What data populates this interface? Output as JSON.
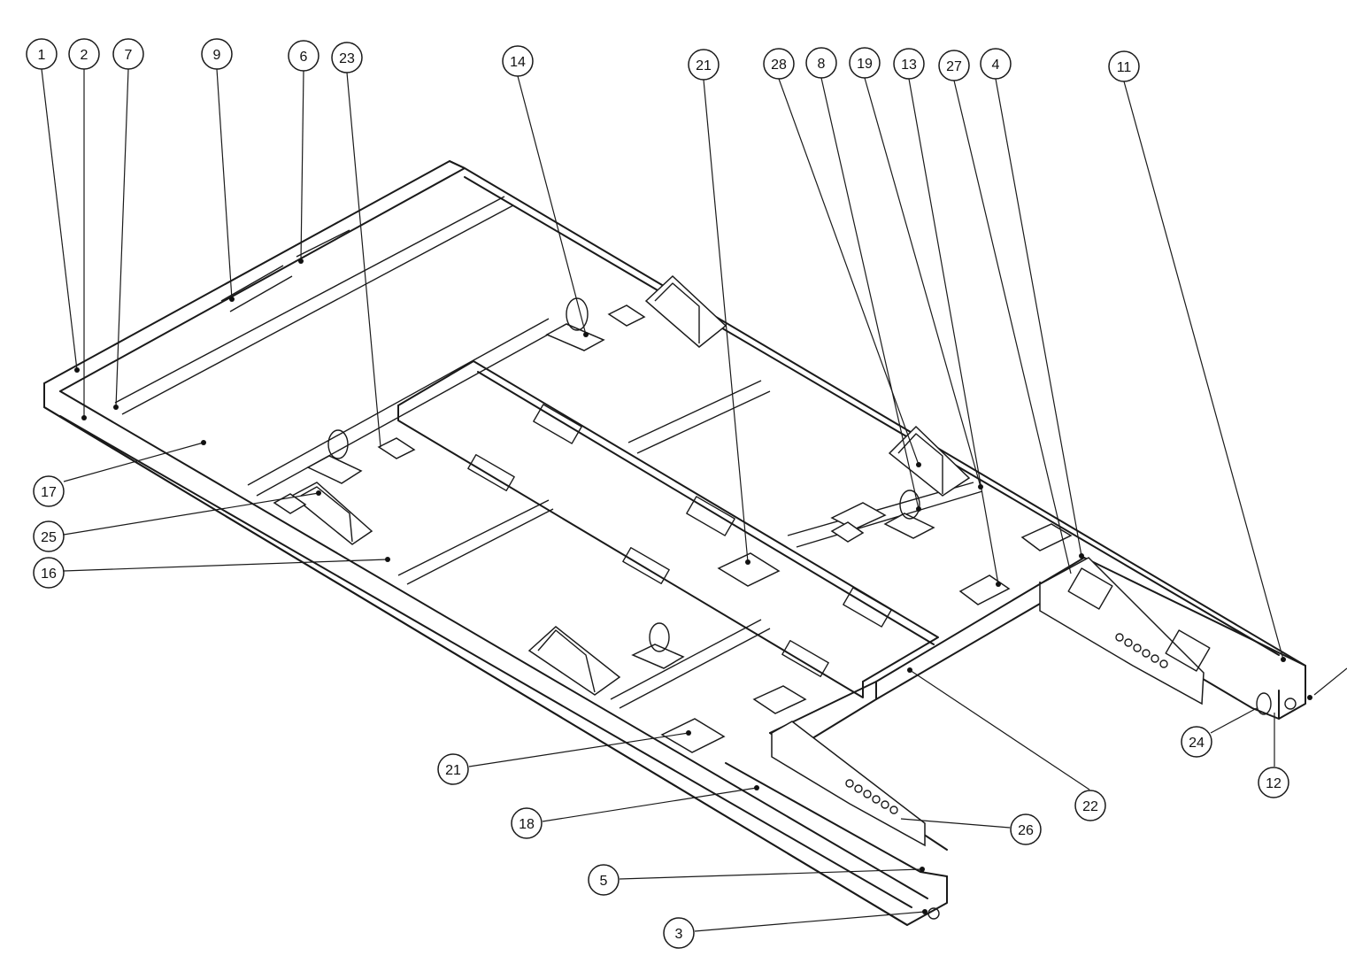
{
  "balloons": [
    {
      "id": "b1",
      "label": "1"
    },
    {
      "id": "b2",
      "label": "2"
    },
    {
      "id": "b7",
      "label": "7"
    },
    {
      "id": "b9",
      "label": "9"
    },
    {
      "id": "b6",
      "label": "6"
    },
    {
      "id": "b23",
      "label": "23"
    },
    {
      "id": "b14",
      "label": "14"
    },
    {
      "id": "b21a",
      "label": "21"
    },
    {
      "id": "b28",
      "label": "28"
    },
    {
      "id": "b8",
      "label": "8"
    },
    {
      "id": "b19",
      "label": "19"
    },
    {
      "id": "b13",
      "label": "13"
    },
    {
      "id": "b27",
      "label": "27"
    },
    {
      "id": "b4",
      "label": "4"
    },
    {
      "id": "b11",
      "label": "11"
    },
    {
      "id": "b17",
      "label": "17"
    },
    {
      "id": "b25",
      "label": "25"
    },
    {
      "id": "b16",
      "label": "16"
    },
    {
      "id": "b21b",
      "label": "21"
    },
    {
      "id": "b18",
      "label": "18"
    },
    {
      "id": "b5",
      "label": "5"
    },
    {
      "id": "b3",
      "label": "3"
    },
    {
      "id": "b26",
      "label": "26"
    },
    {
      "id": "b22",
      "label": "22"
    },
    {
      "id": "b24",
      "label": "24"
    },
    {
      "id": "b12",
      "label": "12"
    }
  ]
}
